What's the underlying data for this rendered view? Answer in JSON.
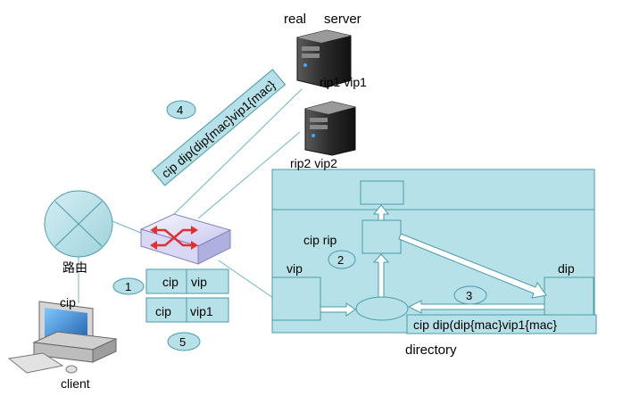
{
  "labels": {
    "real": "real",
    "server": "server",
    "rip1_vip1": "rip1 vip1",
    "rip2_vip2": "rip2 vip2",
    "rotated_packet": "cip  dip(dip{mac}vip1{mac}",
    "router": "路由",
    "cip": "cip",
    "client": "client",
    "cip_rip": "cip  rip",
    "vip": "vip",
    "dip": "dip",
    "director_packet": "cip  dip(dip{mac}vip1{mac}",
    "directory": "directory"
  },
  "packet_table": {
    "rows": [
      {
        "left": "cip",
        "right": "vip"
      },
      {
        "left": "cip",
        "right": "vip1"
      }
    ]
  },
  "steps": {
    "s1": "1",
    "s2": "2",
    "s3": "3",
    "s4": "4",
    "s5": "5"
  },
  "colors": {
    "accent_fill": "#b7e1e8",
    "accent_stroke": "#4a9aa8",
    "line": "#69b6c4",
    "switch_red": "#e03030",
    "server_dark": "#2f2f2f"
  }
}
